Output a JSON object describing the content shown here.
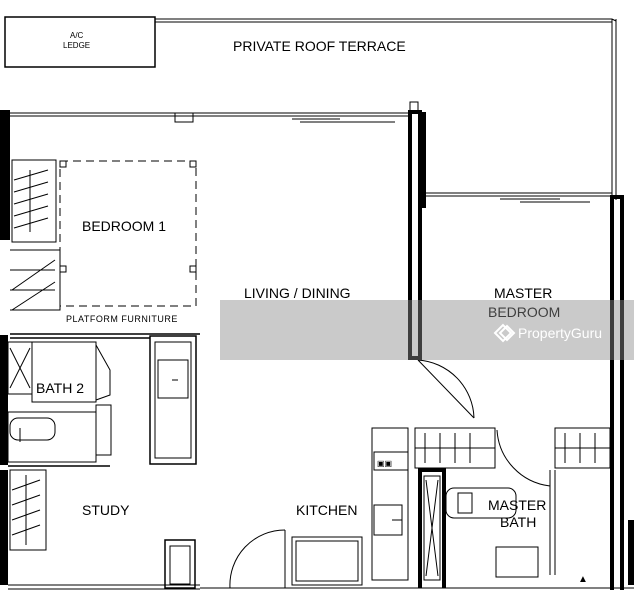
{
  "rooms": {
    "ac_ledge_line1": "A/C",
    "ac_ledge_line2": "LEDGE",
    "roof_terrace": "PRIVATE ROOF TERRACE",
    "bedroom1": "BEDROOM 1",
    "platform": "PLATFORM FURNITURE",
    "living": "LIVING / DINING",
    "master_line1": "MASTER",
    "master_line2": "BEDROOM",
    "bath2": "BATH 2",
    "study": "STUDY",
    "kitchen": "KITCHEN",
    "master_bath_line1": "MASTER",
    "master_bath_line2": "BATH"
  },
  "watermark": "PropertyGuru"
}
